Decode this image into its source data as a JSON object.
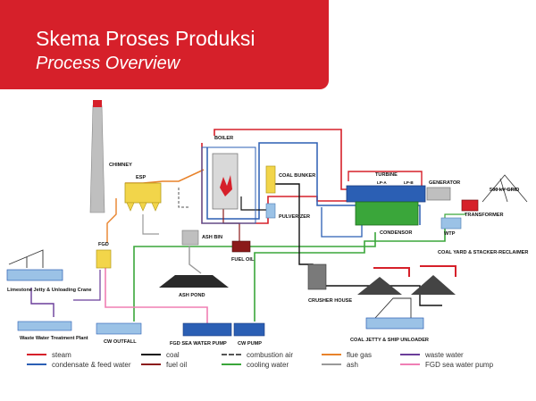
{
  "header": {
    "title": "Skema Proses Produksi",
    "subtitle": "Process Overview",
    "band_color": "#d6202a"
  },
  "labels": {
    "chimney": "CHIMNEY",
    "esp": "ESP",
    "boiler": "BOILER",
    "coal_bunker": "COAL BUNKER",
    "pulverizer": "PULVERIZER",
    "turbine": "TURBINE",
    "lp_a": "LP-A",
    "lp_b": "LP-B",
    "generator": "GENERATOR",
    "grid": "500 kV GRID",
    "transformer": "TRANSFORMER",
    "condensor": "CONDENSOR",
    "wtp": "WTP",
    "coal_yard": "COAL YARD & STACKER-RECLAIMER",
    "fgd": "FGD",
    "ash_bin": "ASH BIN",
    "fuel_oil": "FUEL OIL",
    "ash_pond": "ASH POND",
    "crusher_house": "CRUSHER HOUSE",
    "limestone_jetty": "Limestone Jetty & Unloading Crane",
    "waste_water_plant": "Waste Water Treatment Plant",
    "cw_outfall": "CW OUTFALL",
    "fgd_pump": "FGD SEA WATER PUMP",
    "cw_pump": "CW PUMP",
    "coal_jetty": "COAL JETTY & SHIP UNLOADER"
  },
  "legend": [
    {
      "label": "steam",
      "color": "#d6202a",
      "style": "solid"
    },
    {
      "label": "condensate & feed water",
      "color": "#2b5fb4",
      "style": "solid"
    },
    {
      "label": "coal",
      "color": "#111111",
      "style": "solid"
    },
    {
      "label": "fuel oil",
      "color": "#8b1a1a",
      "style": "solid"
    },
    {
      "label": "combustion air",
      "color": "#555555",
      "style": "dashed"
    },
    {
      "label": "cooling water",
      "color": "#3aa63a",
      "style": "solid"
    },
    {
      "label": "flue gas",
      "color": "#e8822a",
      "style": "solid"
    },
    {
      "label": "ash",
      "color": "#999999",
      "style": "solid"
    },
    {
      "label": "waste water",
      "color": "#6a3d9a",
      "style": "solid"
    },
    {
      "label": "FGD sea water pump",
      "color": "#f07eb4",
      "style": "solid"
    }
  ]
}
